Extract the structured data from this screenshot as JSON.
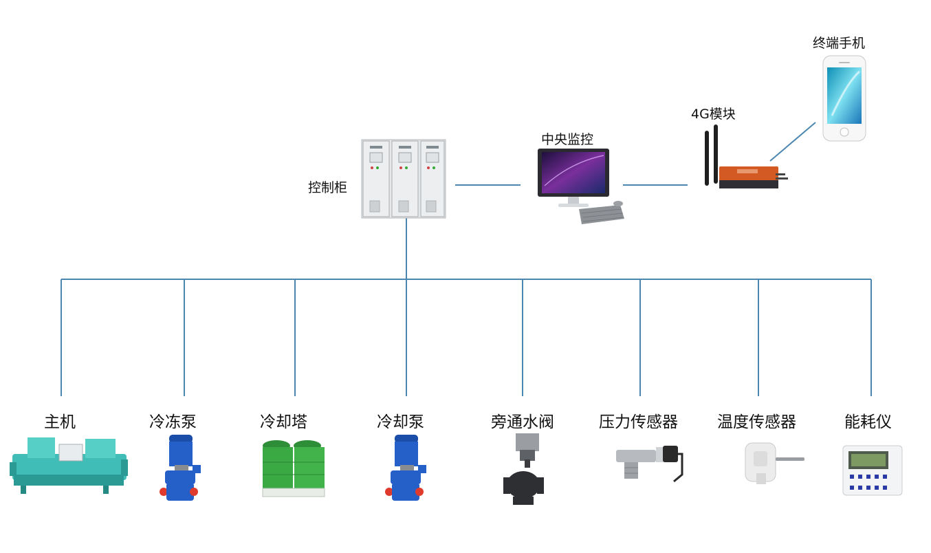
{
  "top": {
    "cabinet": "控制柜",
    "central": "中央监控",
    "module4g": "4G模块",
    "phone": "终端手机"
  },
  "devices": [
    {
      "name": "主机",
      "icon": "chiller-icon"
    },
    {
      "name": "冷冻泵",
      "icon": "pump-icon"
    },
    {
      "name": "冷却塔",
      "icon": "cooling-tower-icon"
    },
    {
      "name": "冷却泵",
      "icon": "pump-icon"
    },
    {
      "name": "旁通水阀",
      "icon": "valve-icon"
    },
    {
      "name": "压力传感器",
      "icon": "pressure-sensor-icon"
    },
    {
      "name": "温度传感器",
      "icon": "temperature-sensor-icon"
    },
    {
      "name": "能耗仪",
      "icon": "energy-meter-icon"
    }
  ],
  "colors": {
    "line": "#4a86b0",
    "pump_blue": "#2560c8",
    "tower_green": "#3aa843",
    "chiller_teal": "#3fbdb6",
    "cabinet_gray": "#e4e6e8"
  }
}
